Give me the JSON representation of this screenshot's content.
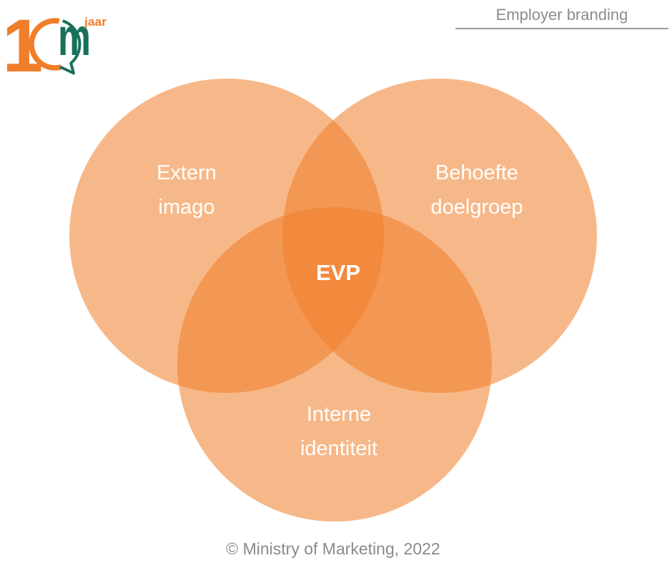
{
  "header": {
    "title": "Employer branding",
    "logo": {
      "digit": "1",
      "m": "m",
      "suffix": "jaar",
      "alt": "10 jaar Ministry of Marketing"
    }
  },
  "colors": {
    "accent_orange": "#F07D2A",
    "accent_green": "#17705C",
    "circle_rgba": "rgba(240,125,40,0.55)",
    "label_text": "#FFFFFF",
    "header_gray": "#8C8C8C"
  },
  "venn": {
    "center_label": "EVP",
    "circles": [
      {
        "id": "extern-imago",
        "label_lines": [
          "Extern",
          "imago"
        ]
      },
      {
        "id": "behoefte-doelgroep",
        "label_lines": [
          "Behoefte",
          "doelgroep"
        ]
      },
      {
        "id": "interne-identiteit",
        "label_lines": [
          "Interne",
          "identiteit"
        ]
      }
    ]
  },
  "footer": {
    "copyright": "© Ministry of Marketing, 2022"
  }
}
